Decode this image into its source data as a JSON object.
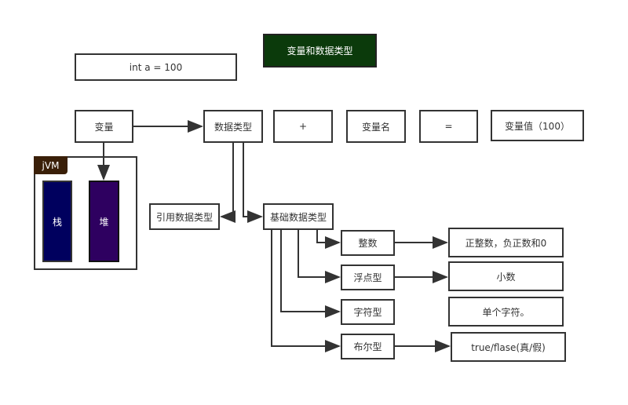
{
  "title": "变量和数据类型",
  "example": "int a = 100",
  "top_row": {
    "variable": "变量",
    "data_type": "数据类型",
    "plus": "+",
    "var_name": "变量名",
    "equals": "=",
    "var_value": "变量值（100）"
  },
  "jvm": {
    "label": "jVM",
    "stack": "栈",
    "heap": "堆"
  },
  "types": {
    "reference": "引用数据类型",
    "primitive": "基础数据类型"
  },
  "primitives": [
    {
      "name": "整数",
      "desc": "正整数，负正数和0"
    },
    {
      "name": "浮点型",
      "desc": "小数"
    },
    {
      "name": "字符型",
      "desc": "单个字符。"
    },
    {
      "name": "布尔型",
      "desc": "true/flase(真/假)"
    }
  ],
  "colors": {
    "title_bg": "#0b3a0b",
    "jvm_label": "#3a1f08",
    "stack": "#00005e",
    "heap": "#2e0060"
  }
}
